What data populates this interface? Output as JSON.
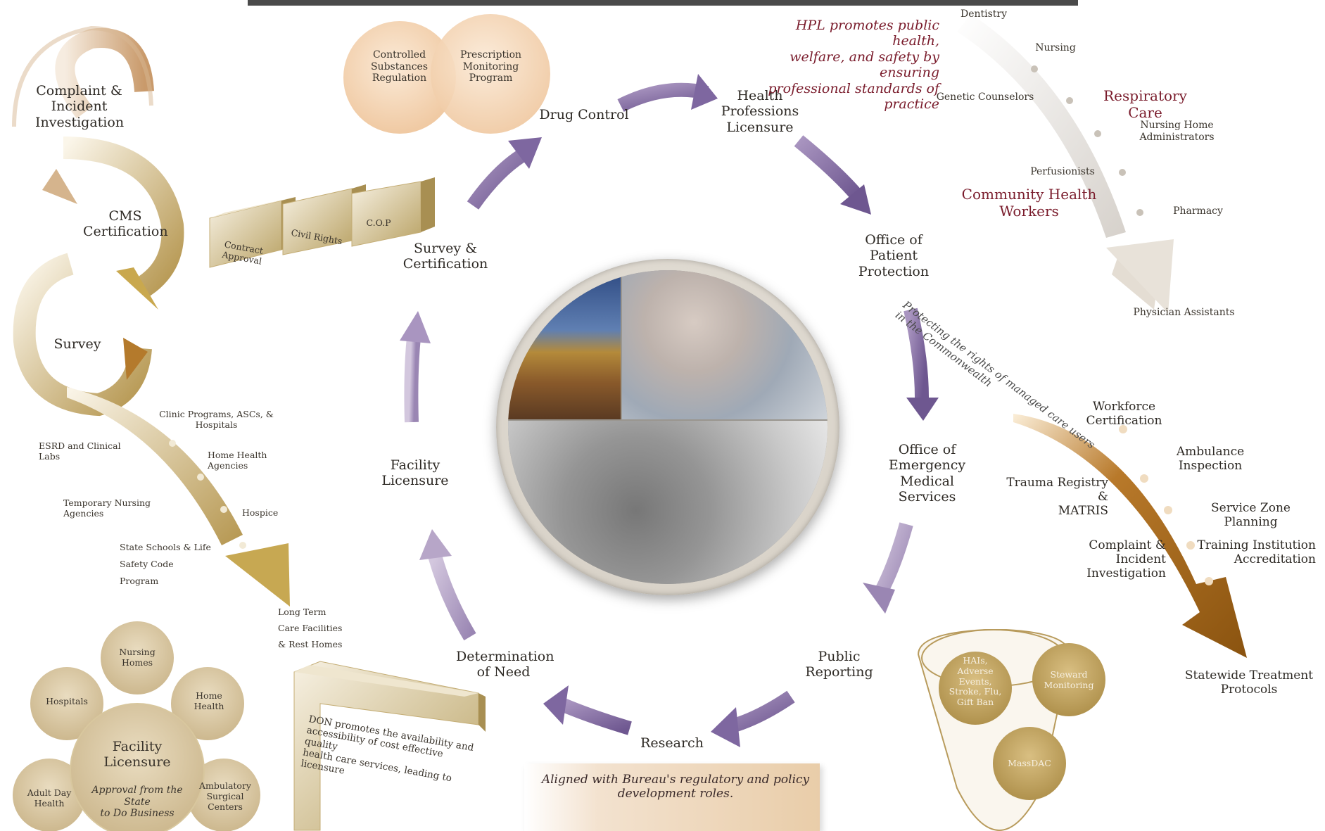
{
  "colors": {
    "purple": "#8e78a8",
    "purple_light": "#b7a6c8",
    "gold": "#b8944a",
    "gold_light": "#e2d2a6",
    "bronze": "#9a5f13",
    "peach": "#f1d3b0",
    "maroon": "#7a1c2c"
  },
  "center_photo": {
    "icons": [
      "state-house-photo",
      "patient-care-photo",
      "family-photo"
    ]
  },
  "cycle": {
    "drug_control": "Drug Control",
    "health_professions": "Health\nProfessions\nLicensure",
    "patient_protection": "Office of\nPatient\nProtection",
    "ems": "Office of\nEmergency\nMedical\nServices",
    "public_reporting": "Public\nReporting",
    "research": "Research",
    "don": "Determination\nof Need",
    "facility_licensure": "Facility\nLicensure",
    "survey_cert": "Survey &\nCertification"
  },
  "drug_control_bubbles": {
    "controlled": "Controlled\nSubstances\nRegulation",
    "pmp": "Prescription\nMonitoring\nProgram"
  },
  "hpl": {
    "tagline": "HPL promotes public health,\nwelfare, and safety by ensuring\nprofessional standards of practice",
    "professions": {
      "dentistry": "Dentistry",
      "nursing": "Nursing",
      "genetic": "Genetic Counselors",
      "respiratory": "Respiratory Care",
      "nursing_home": "Nursing Home\nAdministrators",
      "perfusionists": "Perfusionists",
      "chw": "Community Health Workers",
      "pharmacy": "Pharmacy",
      "pa": "Physician Assistants"
    }
  },
  "opp": {
    "tagline": "Protecting the rights of managed care users\nin the Commonwealth"
  },
  "ems": {
    "workforce": "Workforce\nCertification",
    "ambulance": "Ambulance Inspection",
    "trauma": "Trauma Registry &\nMATRIS",
    "service_zone": "Service Zone Planning",
    "complaint": "Complaint &\nIncident\nInvestigation",
    "training": "Training Institution\nAccreditation",
    "protocols": "Statewide Treatment\nProtocols"
  },
  "public_reporting": {
    "hai": "HAIs,\nAdverse\nEvents,\nStroke, Flu,\nGift Ban",
    "steward": "Steward\nMonitoring",
    "massdac": "MassDAC"
  },
  "research": {
    "banner": "Aligned with Bureau's regulatory and policy\ndevelopment roles."
  },
  "don": {
    "text": "DON promotes the availability and\naccessibility of cost effective quality\nhealth care services, leading to\nlicensure"
  },
  "survey": {
    "steps": {
      "contract": "Contract\nApproval",
      "civil": "Civil Rights",
      "cop": "C.O.P"
    }
  },
  "left_cycle": {
    "complaint": "Complaint &\nIncident\nInvestigation",
    "cms": "CMS\nCertification",
    "survey": "Survey"
  },
  "facility_types": {
    "clinic": "Clinic Programs, ASCs, &\nHospitals",
    "esrd": "ESRD and Clinical Labs",
    "home_health": "Home Health Agencies",
    "temp_nursing": "Temporary Nursing Agencies",
    "hospice": "Hospice",
    "state_schools": "State Schools & Life\nSafety Code Program",
    "ltc": "Long Term\nCare Facilities\n& Rest Homes"
  },
  "facility_cluster": {
    "center_title": "Facility\nLicensure",
    "center_sub": "Approval from the State\nto Do Business",
    "nursing_homes": "Nursing\nHomes",
    "hospitals": "Hospitals",
    "home_health": "Home\nHealth",
    "adult_day": "Adult Day\nHealth",
    "ambulatory": "Ambulatory\nSurgical\nCenters"
  }
}
